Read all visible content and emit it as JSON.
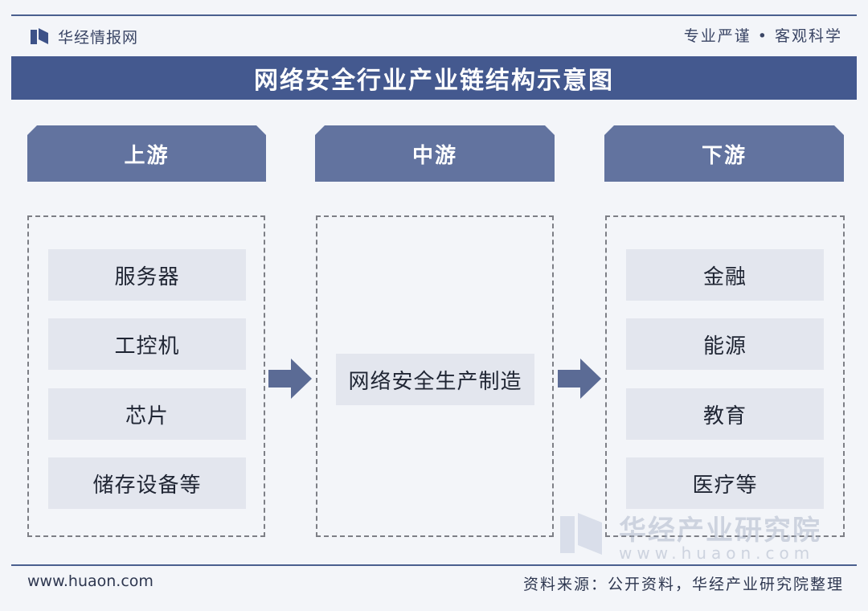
{
  "header": {
    "brand_name": "华经情报网",
    "slogan": "专业严谨 • 客观科学"
  },
  "title": "网络安全行业产业链结构示意图",
  "columns": {
    "upstream": {
      "label": "上游",
      "items": [
        "服务器",
        "工控机",
        "芯片",
        "储存设备等"
      ]
    },
    "midstream": {
      "label": "中游",
      "items": [
        "网络安全生产制造"
      ]
    },
    "downstream": {
      "label": "下游",
      "items": [
        "金融",
        "能源",
        "教育",
        "医疗等"
      ]
    }
  },
  "watermark": {
    "name": "华经产业研究院",
    "url": "www.huaon.com"
  },
  "footer": {
    "url": "www.huaon.com",
    "source": "资料来源：公开资料，华经产业研究院整理"
  },
  "colors": {
    "title_bg": "#44598f",
    "header_bg": "#62739f",
    "item_bg": "#e3e6ee",
    "arrow": "#5b6b95",
    "background": "#f3f5f9"
  },
  "icons": {
    "brand": "huajing-logo-icon",
    "arrow": "right-arrow-icon"
  }
}
